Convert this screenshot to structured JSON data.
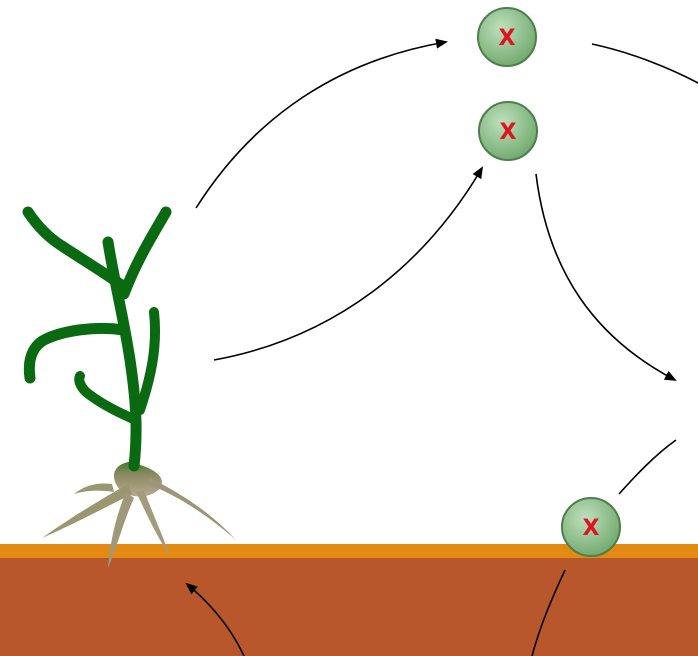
{
  "colors": {
    "soil": "#b8572b",
    "soil_surface": "#e38a12",
    "stem": "#0a6a12",
    "root": "#8a8a62",
    "cell_fill": "#8cc08a",
    "cell_stroke": "#4f7e4d",
    "chromosome": "#e0141e",
    "arrow": "#000000"
  },
  "cells": [
    {
      "id": "cell-top-1",
      "chromosome": "X"
    },
    {
      "id": "cell-top-2",
      "chromosome": "X"
    },
    {
      "id": "cell-ground",
      "chromosome": "X"
    }
  ]
}
